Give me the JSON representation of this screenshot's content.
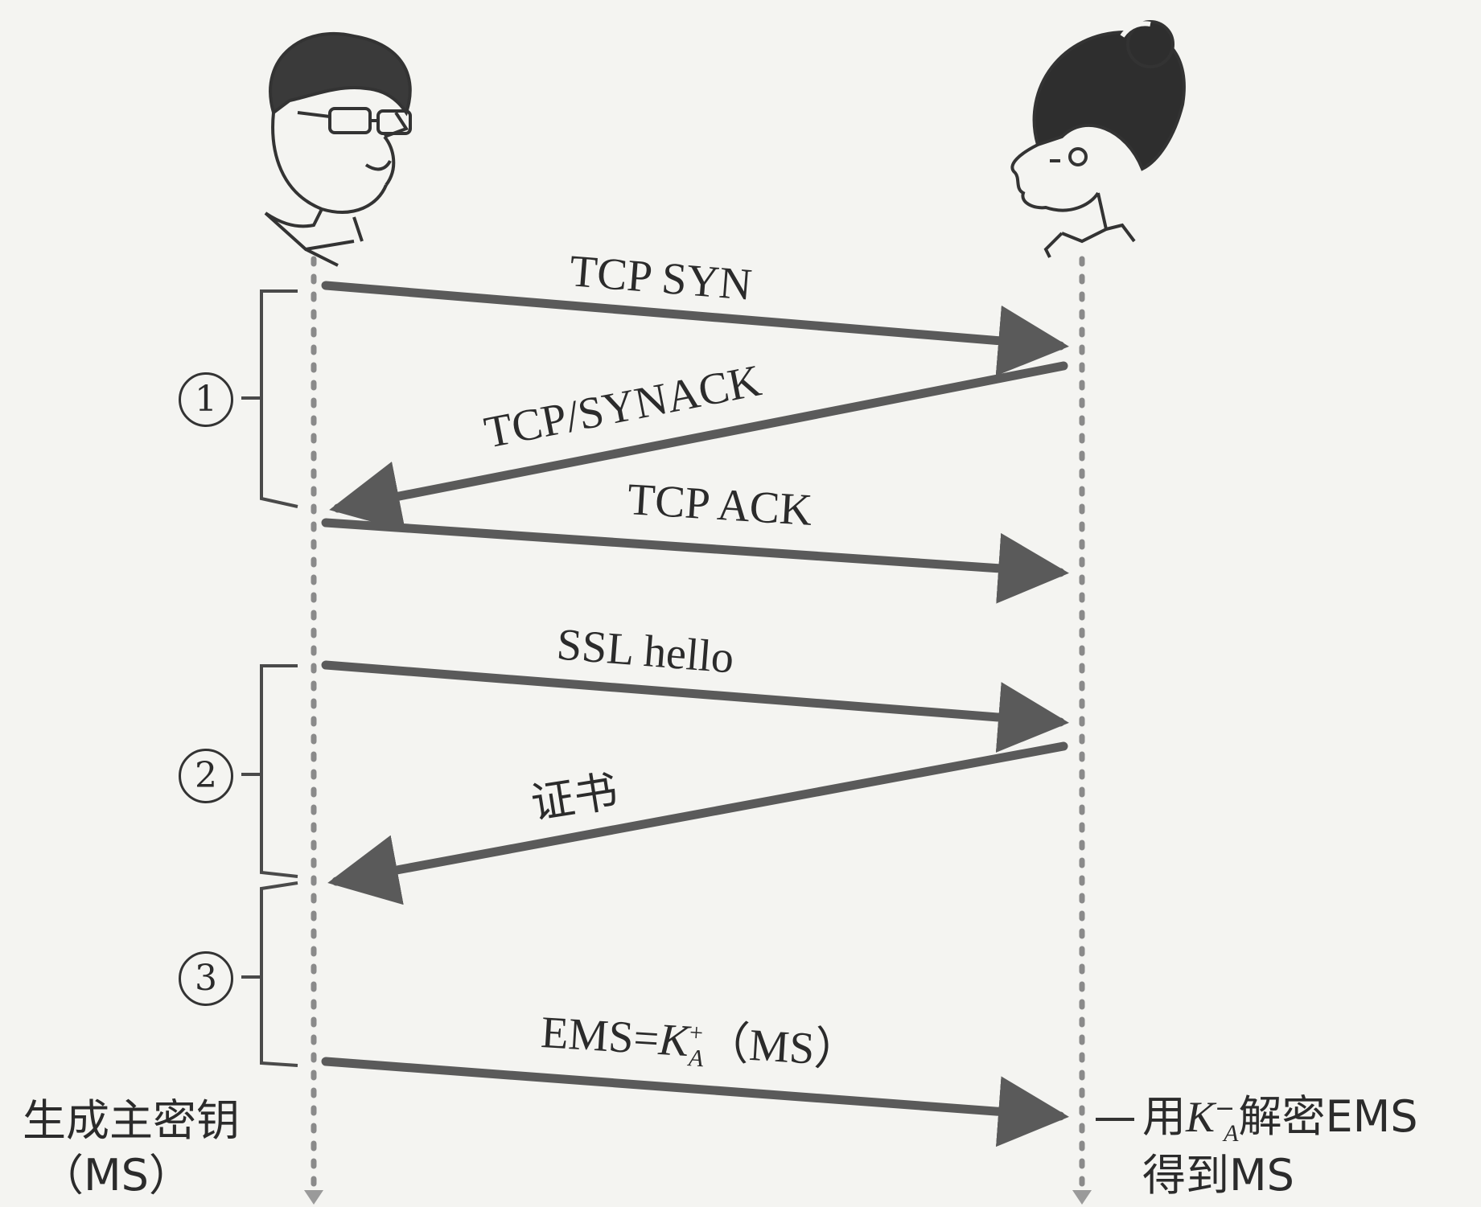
{
  "figure": {
    "messages": [
      {
        "label": "TCP SYN",
        "direction": "right"
      },
      {
        "label": "TCP/SYNACK",
        "direction": "left"
      },
      {
        "label": "TCP ACK",
        "direction": "right"
      },
      {
        "label": "SSL hello",
        "direction": "right"
      },
      {
        "label": "证书",
        "direction": "left"
      },
      {
        "label_prefix": "EMS=",
        "key_symbol": "K",
        "key_sup": "+",
        "key_sub": "A",
        "label_suffix": "（MS）",
        "direction": "right"
      }
    ],
    "phases": [
      {
        "marker": "1"
      },
      {
        "marker": "2"
      },
      {
        "marker": "3"
      }
    ],
    "left_note": {
      "line1": "生成主密钥",
      "line2": "（MS）"
    },
    "right_note": {
      "prefix": "用",
      "key_symbol": "K",
      "key_sup": "−",
      "key_sub": "A",
      "suffix": "解密EMS",
      "line2": "得到MS"
    },
    "colors": {
      "arrow": "#5a5a5a",
      "lifeline": "#8a8a8a",
      "text": "#2b2b2b"
    },
    "icons": {
      "left_actor": "man-with-glasses-icon",
      "right_actor": "woman-icon"
    }
  }
}
